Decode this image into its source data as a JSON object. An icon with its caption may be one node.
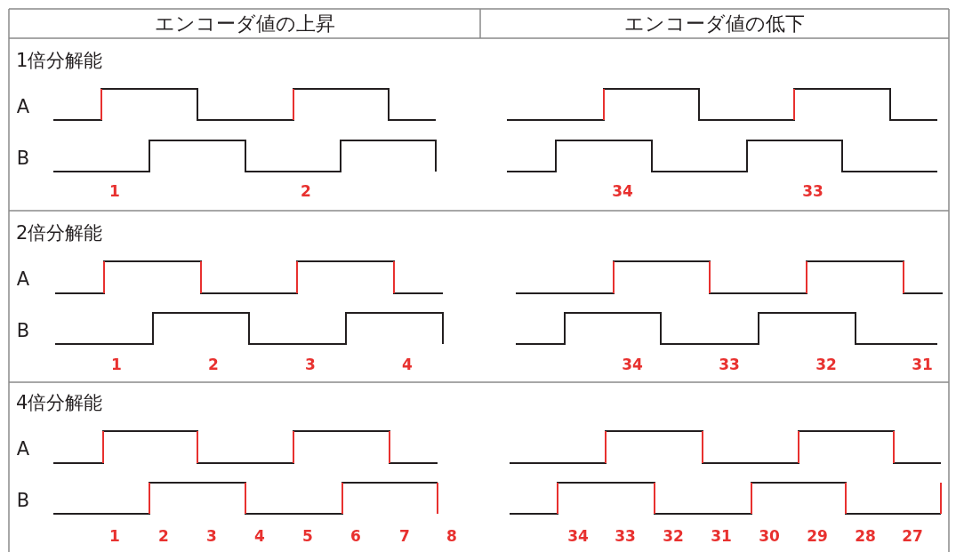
{
  "diagram": {
    "labels": [
      "エンコーダ値の上昇",
      "エンコーダ値の低下",
      "1倍分解能",
      "A",
      "B",
      "1",
      "2",
      "34",
      "33",
      "2倍分解能",
      "A",
      "B",
      "1",
      "2",
      "3",
      "4",
      "34",
      "33",
      "32",
      "31",
      "4倍分解能",
      "A",
      "B",
      "1",
      "2",
      "3",
      "4",
      "5",
      "6",
      "7",
      "8",
      "34",
      "33",
      "32",
      "31",
      "30",
      "29",
      "28",
      "27"
    ]
  }
}
